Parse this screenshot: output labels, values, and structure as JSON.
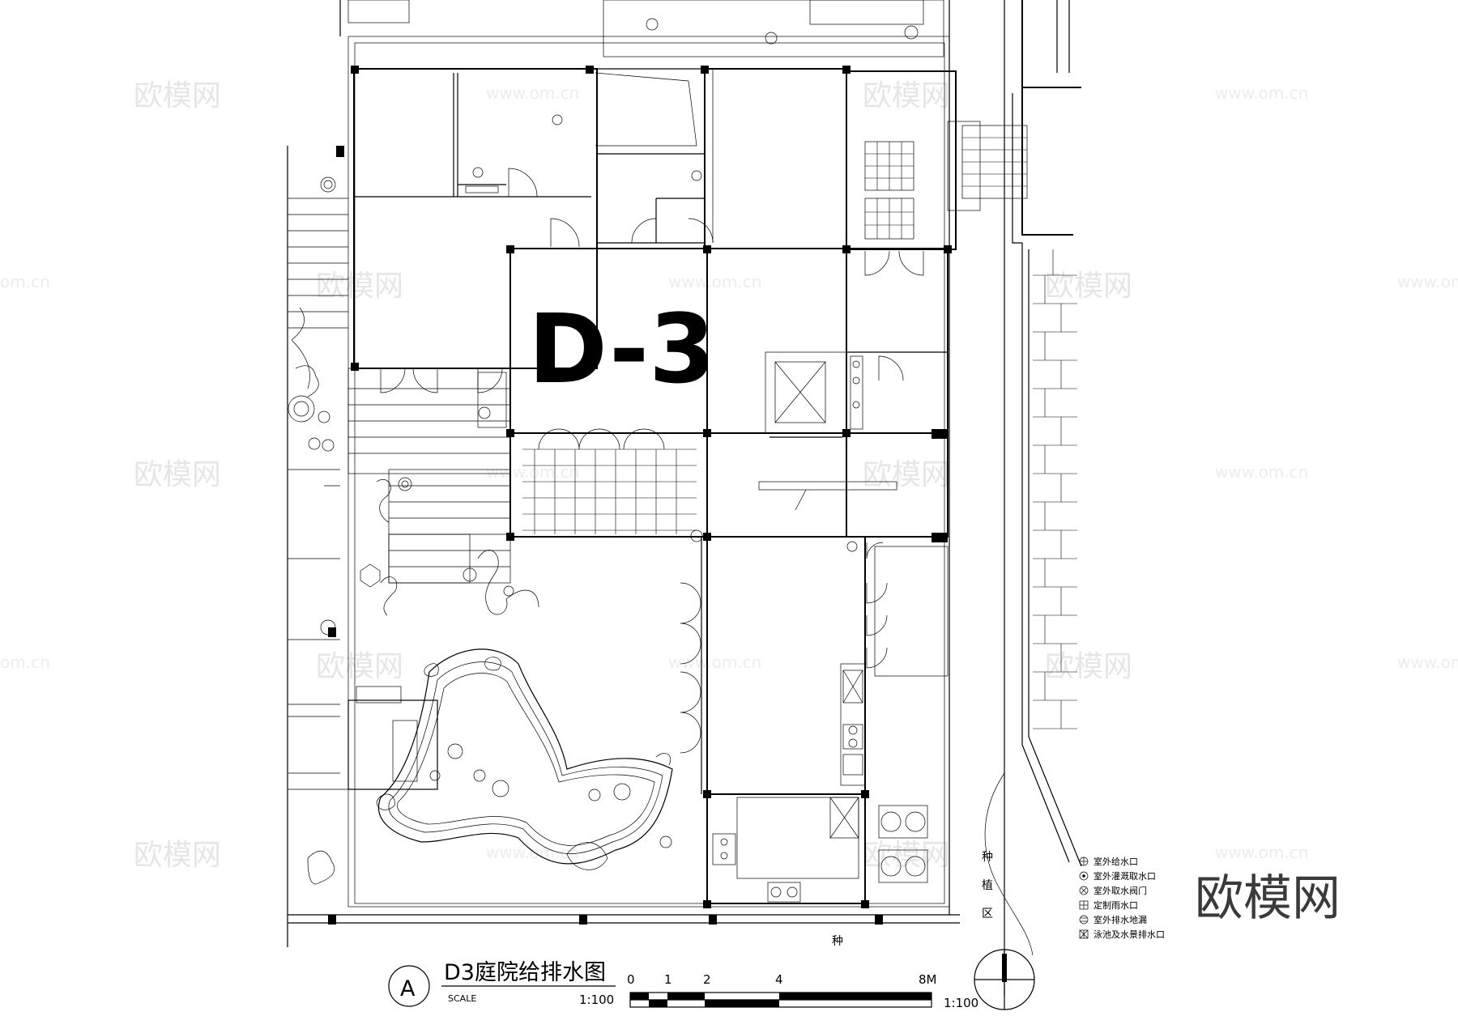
{
  "plan": {
    "unit_label": "D-3",
    "planting_label_vertical": [
      "种",
      "植",
      "区"
    ],
    "planting_label_bottom": "种"
  },
  "title_block": {
    "marker": "A",
    "title": "D3庭院给排水图",
    "scale_word": "SCALE",
    "scale_ratio": "1:100"
  },
  "scale_bar": {
    "ticks": [
      "0",
      "1",
      "2",
      "4",
      "8M"
    ],
    "ratio": "1:100"
  },
  "legend": {
    "items": [
      {
        "icon": "crosshair-circle-icon",
        "label": "室外给水口"
      },
      {
        "icon": "dot-circle-icon",
        "label": "室外灌溉取水口"
      },
      {
        "icon": "x-circle-icon",
        "label": "室外取水阀门"
      },
      {
        "icon": "grid-square-icon",
        "label": "定制雨水口"
      },
      {
        "icon": "hatched-circle-icon",
        "label": "室外排水地漏"
      },
      {
        "icon": "star-square-icon",
        "label": "泳池及水景排水口"
      }
    ]
  },
  "watermark": {
    "brand": "欧模网",
    "url": "www.om.cn",
    "url_partial": "om.cn"
  }
}
